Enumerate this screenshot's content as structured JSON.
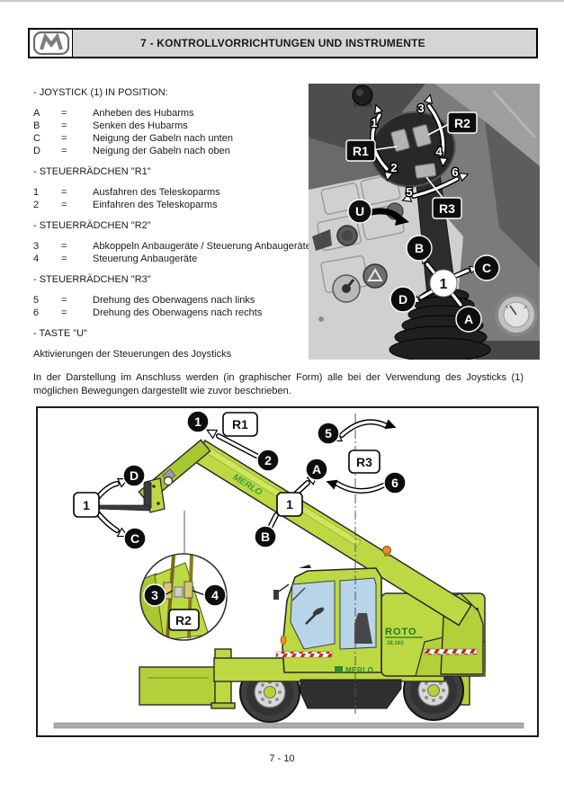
{
  "header": {
    "title": "7 - KONTROLLVORRICHTUNGEN UND INSTRUMENTE"
  },
  "footer": {
    "page_number": "7 - 10"
  },
  "glyphs": {
    "eq": "="
  },
  "sections": [
    {
      "heading": "- JOYSTICK (1) IN POSITION:",
      "items": [
        {
          "key": "A",
          "desc": "Anheben des Hubarms"
        },
        {
          "key": "B",
          "desc": "Senken des Hubarms"
        },
        {
          "key": "C",
          "desc": "Neigung der Gabeln nach unten"
        },
        {
          "key": "D",
          "desc": "Neigung der Gabeln nach oben"
        }
      ]
    },
    {
      "heading": "- STEUERRÄDCHEN \"R1\"",
      "items": [
        {
          "key": "1",
          "desc": "Ausfahren des Teleskoparms"
        },
        {
          "key": "2",
          "desc": "Einfahren des Teleskoparms"
        }
      ]
    },
    {
      "heading": "- STEUERRÄDCHEN \"R2\"",
      "items": [
        {
          "key": "3",
          "desc": "Abkoppeln Anbaugeräte / Steuerung Anbaugeräte"
        },
        {
          "key": "4",
          "desc": "Steuerung Anbaugeräte"
        }
      ]
    },
    {
      "heading": "- STEUERRÄDCHEN \"R3\"",
      "items": [
        {
          "key": "5",
          "desc": "Drehung des Oberwagens nach links"
        },
        {
          "key": "6",
          "desc": "Drehung des Oberwagens nach rechts"
        }
      ]
    },
    {
      "heading": "- TASTE \"U\"",
      "items": []
    }
  ],
  "button_note": "Aktivierungen der Steuerungen des Joysticks",
  "intro_paragraph": "In der Darstellung im Anschluss werden (in graphischer Form) alle bei der Verwendung des Joysticks (1) möglichen Bewegungen dargestellt wie zuvor beschrieben.",
  "labels": {
    "r1": "R1",
    "r2": "R2",
    "r3": "R3",
    "u": "U",
    "a": "A",
    "b": "B",
    "c": "C",
    "d": "D",
    "n1": "1",
    "n2": "2",
    "n3": "3",
    "n4": "4",
    "n5": "5",
    "n6": "6"
  },
  "machine": {
    "brand": "MERLO",
    "model": "ROTO",
    "model_variant": "38.16S",
    "boom_brand": "MERLO"
  },
  "colors": {
    "merlo_green": "#bcd943",
    "window_blue": "#b8d4e8",
    "hazard_red": "#cc2222",
    "beacon_orange": "#f08c1e"
  }
}
